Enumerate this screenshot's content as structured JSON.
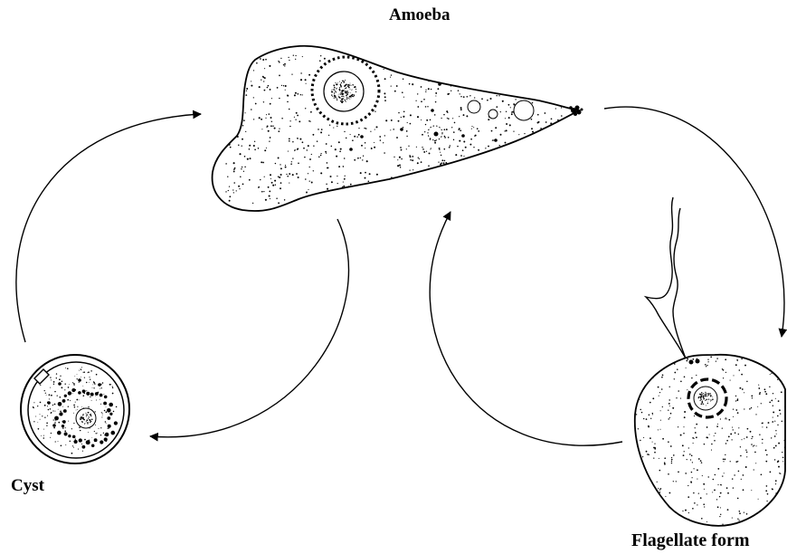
{
  "labels": {
    "amoeba": "Amoeba",
    "cyst": "Cyst",
    "flagellate": "Flagellate form"
  },
  "colors": {
    "ink": "#000000",
    "background": "#ffffff"
  }
}
